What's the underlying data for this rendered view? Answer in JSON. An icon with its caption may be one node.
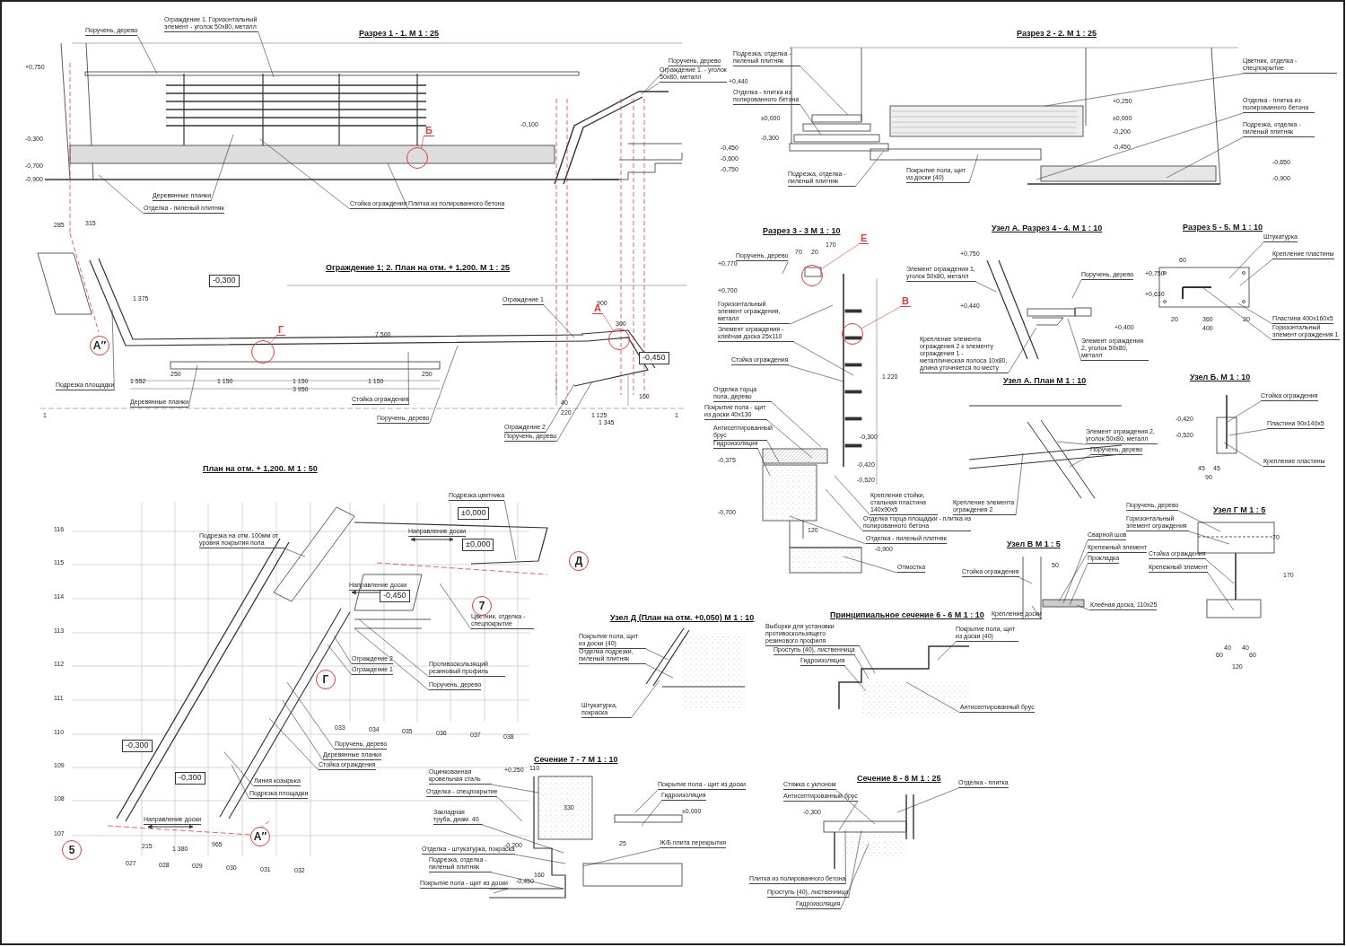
{
  "diagram": {
    "nodes": [
      {
        "text": [
          "Поручень, дерево"
        ]
      },
      {
        "text": [
          "Ограждение 1. Горизонтальный элемент - уголок 50х80, металл"
        ]
      },
      {
        "text": [
          "Деревянные планки"
        ]
      },
      {
        "text": [
          "Отделка - пиленый плитняк"
        ]
      },
      {
        "text": [
          "Стойка ограждения"
        ]
      },
      {
        "text": [
          "Плитка из полированного бетона"
        ]
      },
      {
        "text": [
          "Поручень, дерево"
        ]
      },
      {
        "text": [
          "Ограждение 1. - уголок 50х80, металл"
        ]
      },
      {
        "text": [
          "Подрезка, отделка - пиленый плитняк"
        ]
      },
      {
        "text": [
          "Отделка - плитка из полированного бетона"
        ]
      },
      {
        "text": [
          "Подрезка, отделка - пиленый плитняк"
        ]
      },
      {
        "text": [
          "Покрытие пола, щит из доски (40)"
        ]
      },
      {
        "text": [
          "Цветник, отделка - спецпокрытие"
        ]
      },
      {
        "text": [
          "Отделка - плитка из полированного бетона"
        ]
      },
      {
        "text": [
          "Подрезка, отделка - пиленый плитняк"
        ]
      },
      {
        "text": [
          "Ограждение 1"
        ]
      },
      {
        "text": [
          "Подрезка площадки"
        ]
      },
      {
        "text": [
          "Деревянные планки"
        ]
      },
      {
        "text": [
          "Стойка ограждения"
        ]
      },
      {
        "text": [
          "Поручень, дерево"
        ]
      },
      {
        "text": [
          "Ограждение 2"
        ]
      },
      {
        "text": [
          "Поручень, дерево"
        ]
      },
      {
        "text": [
          "Поручень, дерево"
        ]
      },
      {
        "text": [
          "Горизонтальный элемент ограждения, металл"
        ]
      },
      {
        "text": [
          "Элемент ограждения - клеёная доска 25х110"
        ]
      },
      {
        "text": [
          "Стойка ограждения"
        ]
      },
      {
        "text": [
          "Отделка торца пола, дерево"
        ]
      },
      {
        "text": [
          "Покрытие пола - щит из доски 40х130"
        ]
      },
      {
        "text": [
          "Антисептированный брус"
        ]
      },
      {
        "text": [
          "Гидроизоляция"
        ]
      },
      {
        "text": [
          "Крепление стойки, стальная пластина 140х90х5"
        ]
      },
      {
        "text": [
          "Отделка торца площадки - плитка из полированного бетона"
        ]
      },
      {
        "text": [
          "Отделка - пиленый плитняк"
        ]
      },
      {
        "text": [
          "Отмостка"
        ]
      },
      {
        "text": [
          "Элемент ограждения 1, уголок 50х80, металл"
        ]
      },
      {
        "text": [
          "Поручень, дерево"
        ]
      },
      {
        "text": [
          "Крепление элемента ограждения 2 к элементу ограждения 1 - металлическая полоса 10х80, длина уточняется по месту"
        ]
      },
      {
        "text": [
          "Элемент ограждения 2, уголок 50х80, металл"
        ]
      },
      {
        "text": [
          "Штукатурка"
        ]
      },
      {
        "text": [
          "Крепление пластины"
        ]
      },
      {
        "text": [
          "Пластина 400х160х5"
        ]
      },
      {
        "text": [
          "Горизонтальный элемент ограждения 1"
        ]
      },
      {
        "text": [
          "Элемент ограждения 2, уголок 50х80, металл"
        ]
      },
      {
        "text": [
          "Поручень, дерево"
        ]
      },
      {
        "text": [
          "Крепление элемента ограждения 2"
        ]
      },
      {
        "text": [
          "Стойка ограждения"
        ]
      },
      {
        "text": [
          "Пластина 90х140х5"
        ]
      },
      {
        "text": [
          "Крепление пластины"
        ]
      },
      {
        "text": [
          "Поручень, дерево"
        ]
      },
      {
        "text": [
          "Горизонтальный элемент ограждения"
        ]
      },
      {
        "text": [
          "Стойка ограждения"
        ]
      },
      {
        "text": [
          "Крепежный элемент"
        ]
      },
      {
        "text": [
          "Сварной шов"
        ]
      },
      {
        "text": [
          "Крепежный элемент"
        ]
      },
      {
        "text": [
          "Прокладка"
        ]
      },
      {
        "text": [
          "Стойка ограждения"
        ]
      },
      {
        "text": [
          "Крепление доски"
        ]
      },
      {
        "text": [
          "Клеёная доска, 110х25"
        ]
      },
      {
        "text": [
          "Подрезка цветника"
        ]
      },
      {
        "text": [
          "Подрезка на отм. 100мм от уровня покрытия пола"
        ]
      },
      {
        "text": [
          "Направление доски"
        ]
      },
      {
        "text": [
          "Направление доски"
        ]
      },
      {
        "text": [
          "Цветник, отделка - спецпокрытие"
        ]
      },
      {
        "text": [
          "Ограждение 2"
        ]
      },
      {
        "text": [
          "Ограждение 1"
        ]
      },
      {
        "text": [
          "Противоскользящий резиновый профиль"
        ]
      },
      {
        "text": [
          "Поручень, дерево"
        ]
      },
      {
        "text": [
          "Поручень, дерево"
        ]
      },
      {
        "text": [
          "Деревянные планки"
        ]
      },
      {
        "text": [
          "Стойка ограждения"
        ]
      },
      {
        "text": [
          "Линия козырька"
        ]
      },
      {
        "text": [
          "Подрезка площадки"
        ]
      },
      {
        "text": [
          "Направление доски"
        ]
      },
      {
        "text": [
          "Покрытие пола, щит из доски (40)"
        ]
      },
      {
        "text": [
          "Отделка подрезки, пиленый плитняк"
        ]
      },
      {
        "text": [
          "Штукатурка, покраска"
        ]
      },
      {
        "text": [
          "Выборки для установки противоскользящего резинового профиля"
        ]
      },
      {
        "text": [
          "Покрытие пола, щит из доски (40)"
        ]
      },
      {
        "text": [
          "Проступь (40), лиственница"
        ]
      },
      {
        "text": [
          "Гидроизоляция"
        ]
      },
      {
        "text": [
          "Антисептированный брус"
        ]
      },
      {
        "text": [
          "Оцинкованная кровельная сталь"
        ]
      },
      {
        "text": [
          "Отделка - спецпокрытие"
        ]
      },
      {
        "text": [
          "Закладная труба, диам. 40"
        ]
      },
      {
        "text": [
          "Отделка - штукатурка, покраска"
        ]
      },
      {
        "text": [
          "Подрезка, отделка - пиленый плитняк"
        ]
      },
      {
        "text": [
          "Покрытие пола - щит из доски"
        ]
      },
      {
        "text": [
          "Покрытие пола - щит из доски"
        ]
      },
      {
        "text": [
          "Гидроизоляция"
        ]
      },
      {
        "text": [
          "Ж/Б плита перекрытия"
        ]
      },
      {
        "text": [
          "Стяжка с уклоном"
        ]
      },
      {
        "text": [
          "Антисептированный брус"
        ]
      },
      {
        "text": [
          "Отделка - плитка"
        ]
      },
      {
        "text": [
          "Плитка из полированного бетона"
        ]
      },
      {
        "text": [
          "Проступь (40), лиственница"
        ]
      },
      {
        "text": [
          "Гидроизоляция"
        ]
      },
      {
        "text": [
          "Б"
        ]
      },
      {
        "text": [
          "Г"
        ]
      },
      {
        "text": [
          "А"
        ]
      },
      {
        "text": [
          "Е"
        ]
      },
      {
        "text": [
          "В"
        ]
      },
      {
        "text": [
          "А″"
        ]
      },
      {
        "text": [
          "Д"
        ]
      },
      {
        "text": [
          "7"
        ]
      },
      {
        "text": [
          "Г"
        ]
      },
      {
        "text": [
          "5"
        ]
      },
      {
        "text": [
          "А″"
        ]
      },
      {
        "text": [
          "-0,300"
        ]
      },
      {
        "text": [
          "-0,450"
        ]
      },
      {
        "text": [
          "±0,000"
        ]
      },
      {
        "text": [
          "±0,000"
        ]
      },
      {
        "text": [
          "-0,450"
        ]
      },
      {
        "text": [
          "-0,300"
        ]
      },
      {
        "text": [
          "-0,300"
        ]
      },
      {
        "text": [],
        "shape": "circle"
      },
      {
        "text": [],
        "shape": "circle"
      },
      {
        "text": [],
        "shape": "circle"
      },
      {
        "text": [],
        "shape": "circle"
      },
      {
        "text": [],
        "shape": "circle"
      }
    ],
    "edges": [
      {
        "from": 0,
        "to": null,
        "arrow": "none"
      },
      {
        "from": 1,
        "to": null,
        "arrow": "none"
      },
      {
        "from": 2,
        "to": null,
        "arrow": "none"
      },
      {
        "from": 3,
        "to": null,
        "arrow": "none"
      },
      {
        "from": 4,
        "to": null,
        "arrow": "none"
      },
      {
        "from": 5,
        "to": null,
        "arrow": "none"
      },
      {
        "from": 6,
        "to": null,
        "arrow": "none"
      },
      {
        "from": 7,
        "to": null,
        "arrow": "none"
      },
      {
        "from": 8,
        "to": null,
        "arrow": "none"
      },
      {
        "from": 9,
        "to": null,
        "arrow": "none"
      },
      {
        "from": 10,
        "to": null,
        "arrow": "none"
      },
      {
        "from": 11,
        "to": null,
        "arrow": "none"
      },
      {
        "from": 12,
        "to": null,
        "arrow": "none"
      },
      {
        "from": 13,
        "to": null,
        "arrow": "none"
      },
      {
        "from": 14,
        "to": null,
        "arrow": "none"
      },
      {
        "from": 15,
        "to": null,
        "arrow": "none"
      },
      {
        "from": 16,
        "to": null,
        "arrow": "none"
      },
      {
        "from": 17,
        "to": null,
        "arrow": "none"
      },
      {
        "from": 18,
        "to": null,
        "arrow": "none"
      },
      {
        "from": 19,
        "to": null,
        "arrow": "none"
      },
      {
        "from": 20,
        "to": null,
        "arrow": "none"
      },
      {
        "from": 21,
        "to": null,
        "arrow": "none"
      },
      {
        "from": 22,
        "to": null,
        "arrow": "none"
      },
      {
        "from": 23,
        "to": null,
        "arrow": "none"
      },
      {
        "from": 24,
        "to": null,
        "arrow": "none"
      },
      {
        "from": 25,
        "to": null,
        "arrow": "none"
      },
      {
        "from": 26,
        "to": null,
        "arrow": "none"
      },
      {
        "from": 27,
        "to": null,
        "arrow": "none"
      },
      {
        "from": 28,
        "to": null,
        "arrow": "none"
      },
      {
        "from": 29,
        "to": null,
        "arrow": "none"
      },
      {
        "from": 30,
        "to": null,
        "arrow": "none"
      },
      {
        "from": 31,
        "to": null,
        "arrow": "none"
      },
      {
        "from": 32,
        "to": null,
        "arrow": "none"
      },
      {
        "from": 33,
        "to": null,
        "arrow": "none"
      },
      {
        "from": 34,
        "to": null,
        "arrow": "none"
      },
      {
        "from": 35,
        "to": null,
        "arrow": "none"
      },
      {
        "from": 36,
        "to": null,
        "arrow": "none"
      },
      {
        "from": 37,
        "to": null,
        "arrow": "none"
      },
      {
        "from": 38,
        "to": null,
        "arrow": "none"
      },
      {
        "from": 39,
        "to": null,
        "arrow": "none"
      },
      {
        "from": 40,
        "to": null,
        "arrow": "none"
      },
      {
        "from": 41,
        "to": null,
        "arrow": "none"
      },
      {
        "from": 42,
        "to": null,
        "arrow": "none"
      },
      {
        "from": 43,
        "to": null,
        "arrow": "none"
      },
      {
        "from": 44,
        "to": null,
        "arrow": "none"
      },
      {
        "from": 45,
        "to": null,
        "arrow": "none"
      },
      {
        "from": 46,
        "to": null,
        "arrow": "none"
      },
      {
        "from": 47,
        "to": null,
        "arrow": "none"
      },
      {
        "from": 48,
        "to": null,
        "arrow": "none"
      },
      {
        "from": 49,
        "to": null,
        "arrow": "none"
      },
      {
        "from": 50,
        "to": null,
        "arrow": "none"
      },
      {
        "from": 51,
        "to": null,
        "arrow": "none"
      },
      {
        "from": 52,
        "to": null,
        "arrow": "none"
      },
      {
        "from": 53,
        "to": null,
        "arrow": "none"
      },
      {
        "from": 54,
        "to": null,
        "arrow": "none"
      },
      {
        "from": 55,
        "to": null,
        "arrow": "none"
      },
      {
        "from": 56,
        "to": null,
        "arrow": "none"
      },
      {
        "from": 57,
        "to": null,
        "arrow": "none"
      },
      {
        "from": 58,
        "to": null,
        "arrow": "none"
      },
      {
        "from": 59,
        "to": null,
        "arrow": "none"
      },
      {
        "from": 62,
        "to": null,
        "arrow": "none"
      },
      {
        "from": 63,
        "to": null,
        "arrow": "none"
      },
      {
        "from": 64,
        "to": null,
        "arrow": "none"
      },
      {
        "from": 65,
        "to": null,
        "arrow": "none"
      },
      {
        "from": 66,
        "to": null,
        "arrow": "none"
      },
      {
        "from": 67,
        "to": null,
        "arrow": "none"
      },
      {
        "from": 68,
        "to": null,
        "arrow": "none"
      },
      {
        "from": 69,
        "to": null,
        "arrow": "none"
      },
      {
        "from": 70,
        "to": null,
        "arrow": "none"
      },
      {
        "from": 71,
        "to": null,
        "arrow": "none"
      },
      {
        "from": 73,
        "to": null,
        "arrow": "none"
      },
      {
        "from": 74,
        "to": null,
        "arrow": "none"
      },
      {
        "from": 75,
        "to": null,
        "arrow": "none"
      },
      {
        "from": 76,
        "to": null,
        "arrow": "none"
      },
      {
        "from": 77,
        "to": null,
        "arrow": "none"
      },
      {
        "from": 78,
        "to": null,
        "arrow": "none"
      },
      {
        "from": 79,
        "to": null,
        "arrow": "none"
      },
      {
        "from": 80,
        "to": null,
        "arrow": "none"
      },
      {
        "from": 81,
        "to": null,
        "arrow": "none"
      },
      {
        "from": 82,
        "to": null,
        "arrow": "none"
      },
      {
        "from": 83,
        "to": null,
        "arrow": "none"
      },
      {
        "from": 84,
        "to": null,
        "arrow": "none"
      },
      {
        "from": 85,
        "to": null,
        "arrow": "none"
      },
      {
        "from": 86,
        "to": null,
        "arrow": "none"
      },
      {
        "from": 87,
        "to": null,
        "arrow": "none"
      },
      {
        "from": 88,
        "to": null,
        "arrow": "none"
      },
      {
        "from": 89,
        "to": null,
        "arrow": "none"
      },
      {
        "from": 90,
        "to": null,
        "arrow": "none"
      },
      {
        "from": 91,
        "to": null,
        "arrow": "none"
      },
      {
        "from": 92,
        "to": null,
        "arrow": "none"
      },
      {
        "from": 93,
        "to": null,
        "arrow": "none"
      },
      {
        "from": 94,
        "to": null,
        "arrow": "none"
      },
      {
        "from": 95,
        "to": null,
        "arrow": "none"
      },
      {
        "from": 96,
        "to": 114,
        "arrow": "none",
        "color": "#e53935"
      },
      {
        "from": 97,
        "to": 115,
        "arrow": "none",
        "color": "#e53935"
      },
      {
        "from": 98,
        "to": 116,
        "arrow": "none",
        "color": "#e53935"
      },
      {
        "from": 99,
        "to": 117,
        "arrow": "none",
        "color": "#e53935"
      },
      {
        "from": 100,
        "to": 118,
        "arrow": "none",
        "color": "#e53935"
      }
    ],
    "labels": [
      "Разрез 1 - 1. М 1 : 25",
      "Разрез 2 - 2. М 1 : 25",
      "Ограждение 1; 2. План на отм. + 1,200. М 1 : 25",
      "Разрез 3 - 3 М 1 : 10",
      "Узел А. Разрез 4 - 4. М 1 : 10",
      "Разрез 5 - 5. М 1 : 10",
      "Узел А. План М 1 : 10",
      "Узел Б. М 1 : 10",
      "Узел Г М 1 : 5",
      "Узел В М 1 : 5",
      "План на отм. + 1,200. М 1 : 50",
      "Узел Д (План на отм. +0,050) М 1 : 10",
      "Принципиальное сечение 6 - 6 М 1 : 10",
      "Сечение 7 - 7 М 1 : 10",
      "Сечение 8 - 8 М 1 : 25",
      "+0,750",
      "-0,300",
      "-0,700",
      "-0,900",
      "-0,100",
      "+0,440",
      "-0,450",
      "-0,600",
      "-0,750",
      "±0,000",
      "-0,300",
      "+0,250",
      "±0,000",
      "-0,200",
      "-0,450",
      "-0,650",
      "-0,900",
      "285",
      "315",
      "1 375",
      "7 500",
      "250",
      "1 552",
      "1 150",
      "1 150",
      "3 950",
      "1 150",
      "250",
      "900",
      "300",
      "40",
      "220",
      "1 125",
      "1 345",
      "160",
      "1",
      "1",
      "+0,770",
      "+0,700",
      "170",
      "70",
      "20",
      "1 220",
      "-0,300",
      "-0,420",
      "-0,520",
      "-0,375",
      "-0,700",
      "120",
      "-0,900",
      "+0,750",
      "+0,440",
      "+0,400",
      "60",
      "+0,750",
      "+0,630",
      "20",
      "360",
      "20",
      "400",
      "-0,420",
      "-0,520",
      "45",
      "45",
      "90",
      "40",
      "40",
      "60",
      "60",
      "120",
      "170",
      "70",
      "50",
      "116",
      "115",
      "114",
      "113",
      "112",
      "111",
      "110",
      "109",
      "108",
      "107",
      "027",
      "028",
      "029",
      "030",
      "031",
      "032",
      "033",
      "034",
      "035",
      "036",
      "037",
      "038",
      "215",
      "1 380",
      "965",
      "+0,250",
      "110",
      "330",
      "-0,200",
      "160",
      "-0,450",
      "±0,000",
      "25",
      "-0,300"
    ]
  }
}
